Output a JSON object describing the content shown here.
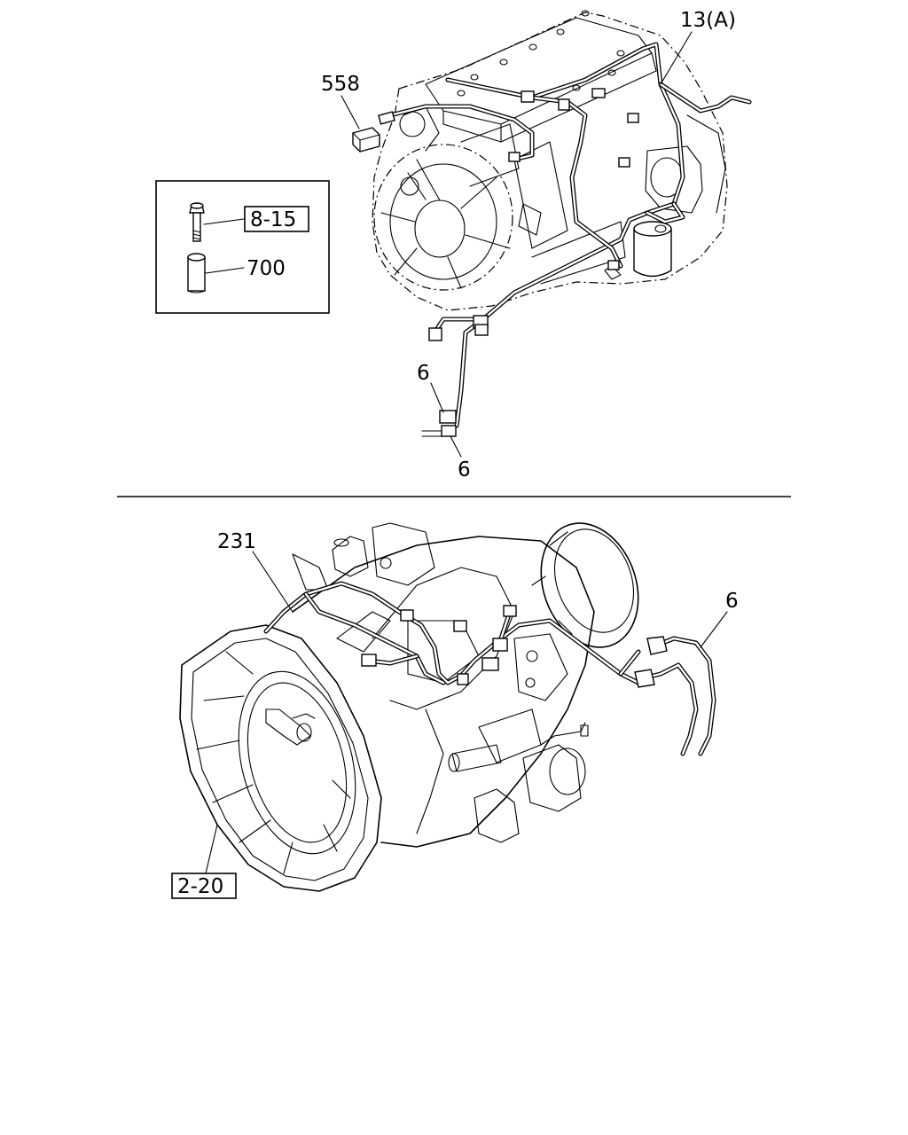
{
  "callouts": {
    "harness_13a": "13(A)",
    "connector_558": "558",
    "bolt_ref": "8-15",
    "sleeve_700": "700",
    "connector_6_upper_a": "6",
    "connector_6_upper_b": "6",
    "harness_231": "231",
    "connector_6_lower": "6",
    "transmission_ref": "2-20"
  }
}
